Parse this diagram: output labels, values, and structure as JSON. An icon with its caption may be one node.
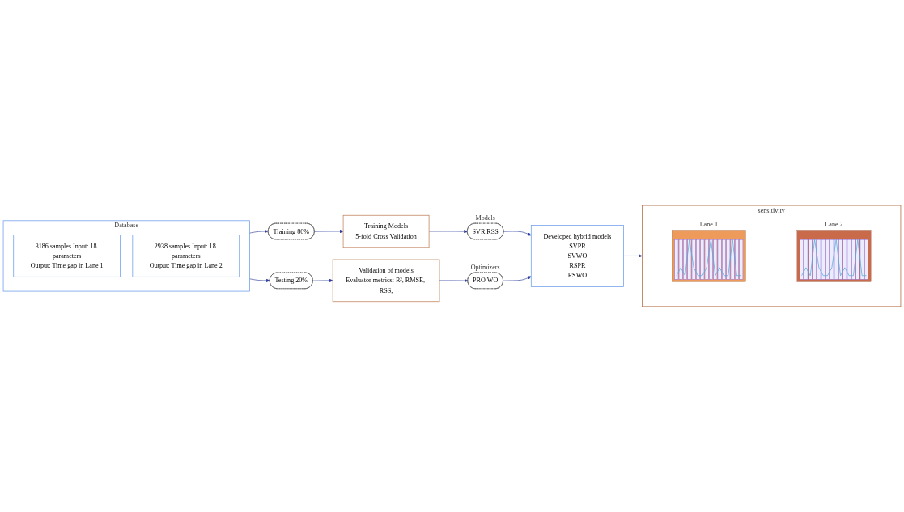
{
  "diagram": {
    "nodes": [
      {
        "text": [
          "Database"
        ]
      },
      {
        "text": [
          "3186 samples Input: 18 parameters",
          "Output: Time gap in Lane 1"
        ],
        "in": 0
      },
      {
        "text": [
          "2938 samples Input: 18 parameters",
          "Output: Time gap in Lane 2"
        ],
        "in": 0
      },
      {
        "text": [
          "Training 80%"
        ]
      },
      {
        "text": [
          "Testing 20%"
        ]
      },
      {
        "text": [
          "Training Models",
          "5-fold Cross Validation"
        ]
      },
      {
        "text": [
          "Validation of models",
          "Evaluator metrics: R², RMSE, RSS,"
        ]
      },
      {
        "text": [
          "SVR RSS"
        ],
        "beside": [
          "Models"
        ]
      },
      {
        "text": [
          "PRO WO"
        ],
        "beside": [
          "Optimizers"
        ]
      },
      {
        "text": [
          "Developed hybrid models",
          "SVPR",
          "SVWO",
          "RSPR",
          "RSWO"
        ]
      },
      {
        "text": [
          "sensitivity"
        ]
      },
      {
        "text": [],
        "shape": "picture",
        "in": 10,
        "beside": [
          "Lane 1"
        ]
      },
      {
        "text": [],
        "shape": "picture",
        "in": 10,
        "beside": [
          "Lane 2"
        ]
      }
    ],
    "edges": [
      {
        "from": 0,
        "to": 3,
        "arrow": "to"
      },
      {
        "from": 0,
        "to": 4,
        "arrow": "to"
      },
      {
        "from": 3,
        "to": 5,
        "arrow": "to"
      },
      {
        "from": 4,
        "to": 6,
        "arrow": "to"
      },
      {
        "from": 5,
        "to": 7,
        "arrow": "to"
      },
      {
        "from": 6,
        "to": 8,
        "arrow": "to"
      },
      {
        "from": 7,
        "to": 9,
        "arrow": "to"
      },
      {
        "from": 8,
        "to": 9,
        "arrow": "to"
      },
      {
        "from": 9,
        "to": 10,
        "arrow": "to"
      }
    ]
  }
}
